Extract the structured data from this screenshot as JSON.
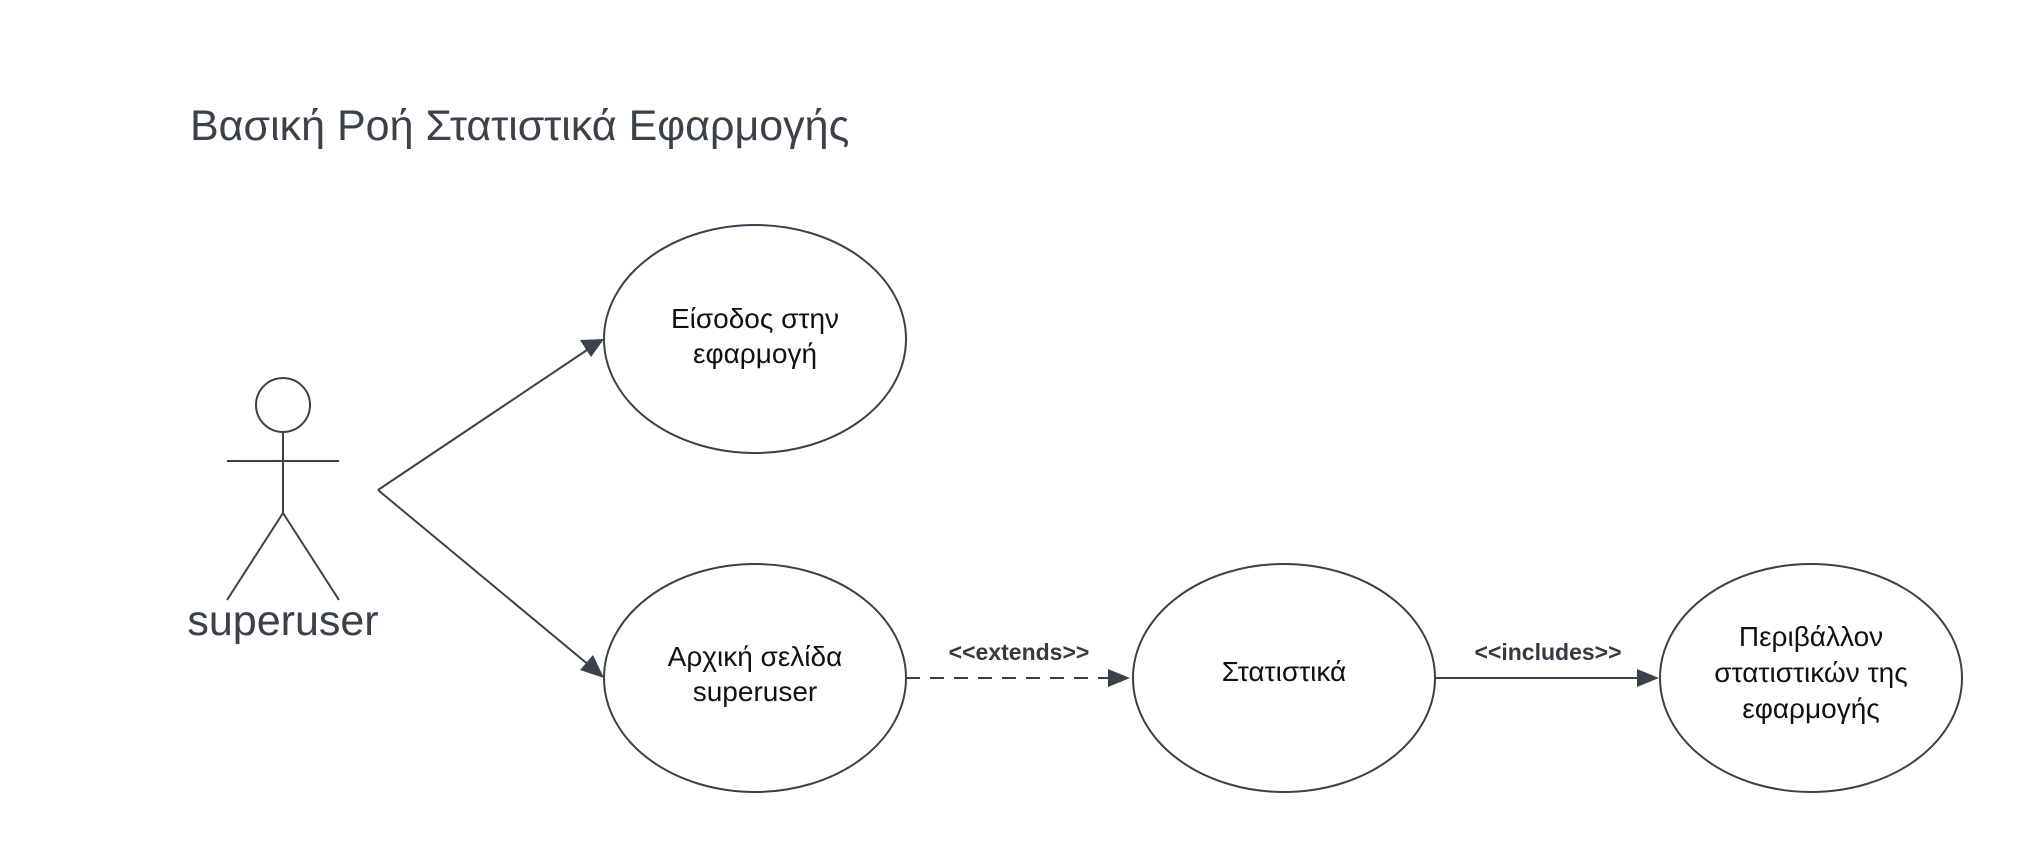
{
  "title": "Βασική Ροή Στατιστικά Εφαρμογής",
  "actor": {
    "label": "superuser"
  },
  "use_cases": {
    "login": {
      "lines": [
        "Είσοδος στην",
        "εφαρμογή"
      ]
    },
    "home": {
      "lines": [
        "Αρχική σελίδα",
        "superuser"
      ]
    },
    "stats": {
      "lines": [
        "Στατιστικά"
      ]
    },
    "stats_env": {
      "lines": [
        "Περιβάλλον",
        "στατιστικών της",
        "εφαρμογής"
      ]
    }
  },
  "relations": {
    "extends_label": "<<extends>>",
    "includes_label": "<<includes>>"
  },
  "colors": {
    "stroke": "#3a414a",
    "background": "#ffffff"
  }
}
